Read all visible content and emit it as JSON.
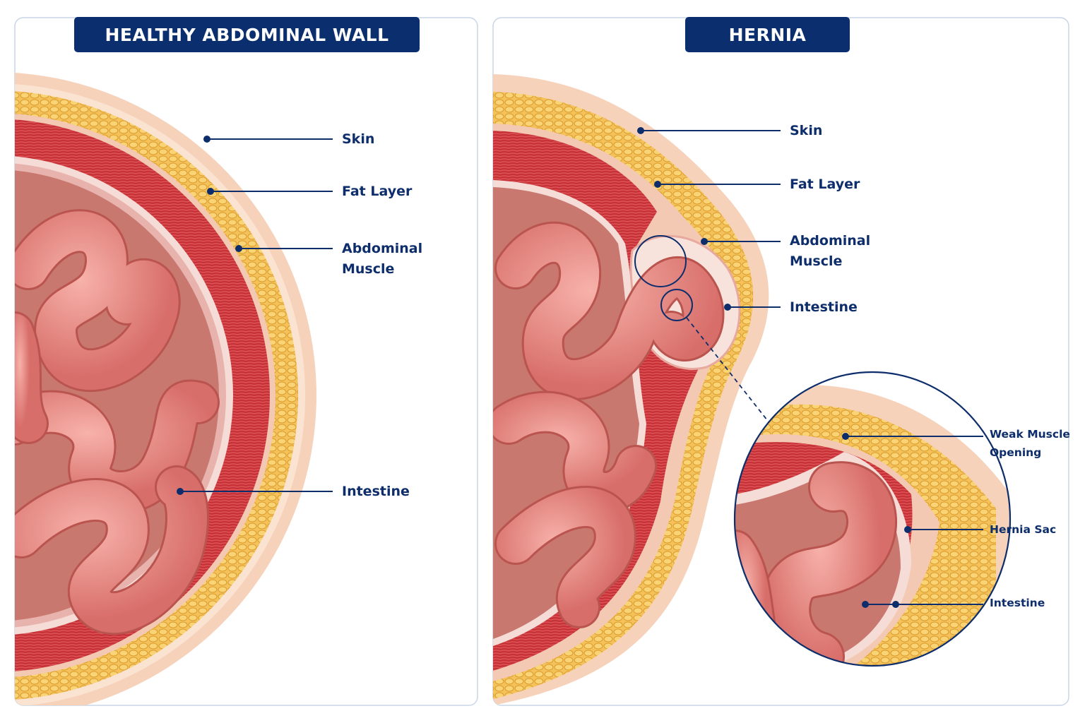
{
  "panels": {
    "healthy": {
      "title": "HEALTHY ABDOMINAL WALL",
      "labels": {
        "skin": "Skin",
        "fat": "Fat Layer",
        "muscle_1": "Abdominal",
        "muscle_2": "Muscle",
        "intestine": "Intestine"
      }
    },
    "hernia": {
      "title": "HERNIA",
      "labels": {
        "skin": "Skin",
        "fat": "Fat Layer",
        "muscle_1": "Abdominal",
        "muscle_2": "Muscle",
        "intestine": "Intestine"
      },
      "inset_labels": {
        "weak_1": "Weak Muscle",
        "weak_2": "Opening",
        "sac": "Hernia Sac",
        "intestine": "Intestine"
      }
    }
  },
  "colors": {
    "title_bg": "#0b2f6e",
    "label_text": "#0d2d6b",
    "skin": "#f4c4a6",
    "fat": "#f2b545",
    "muscle": "#c9343a",
    "intestine": "#e8857f",
    "panel_border": "#c9d6e6"
  }
}
